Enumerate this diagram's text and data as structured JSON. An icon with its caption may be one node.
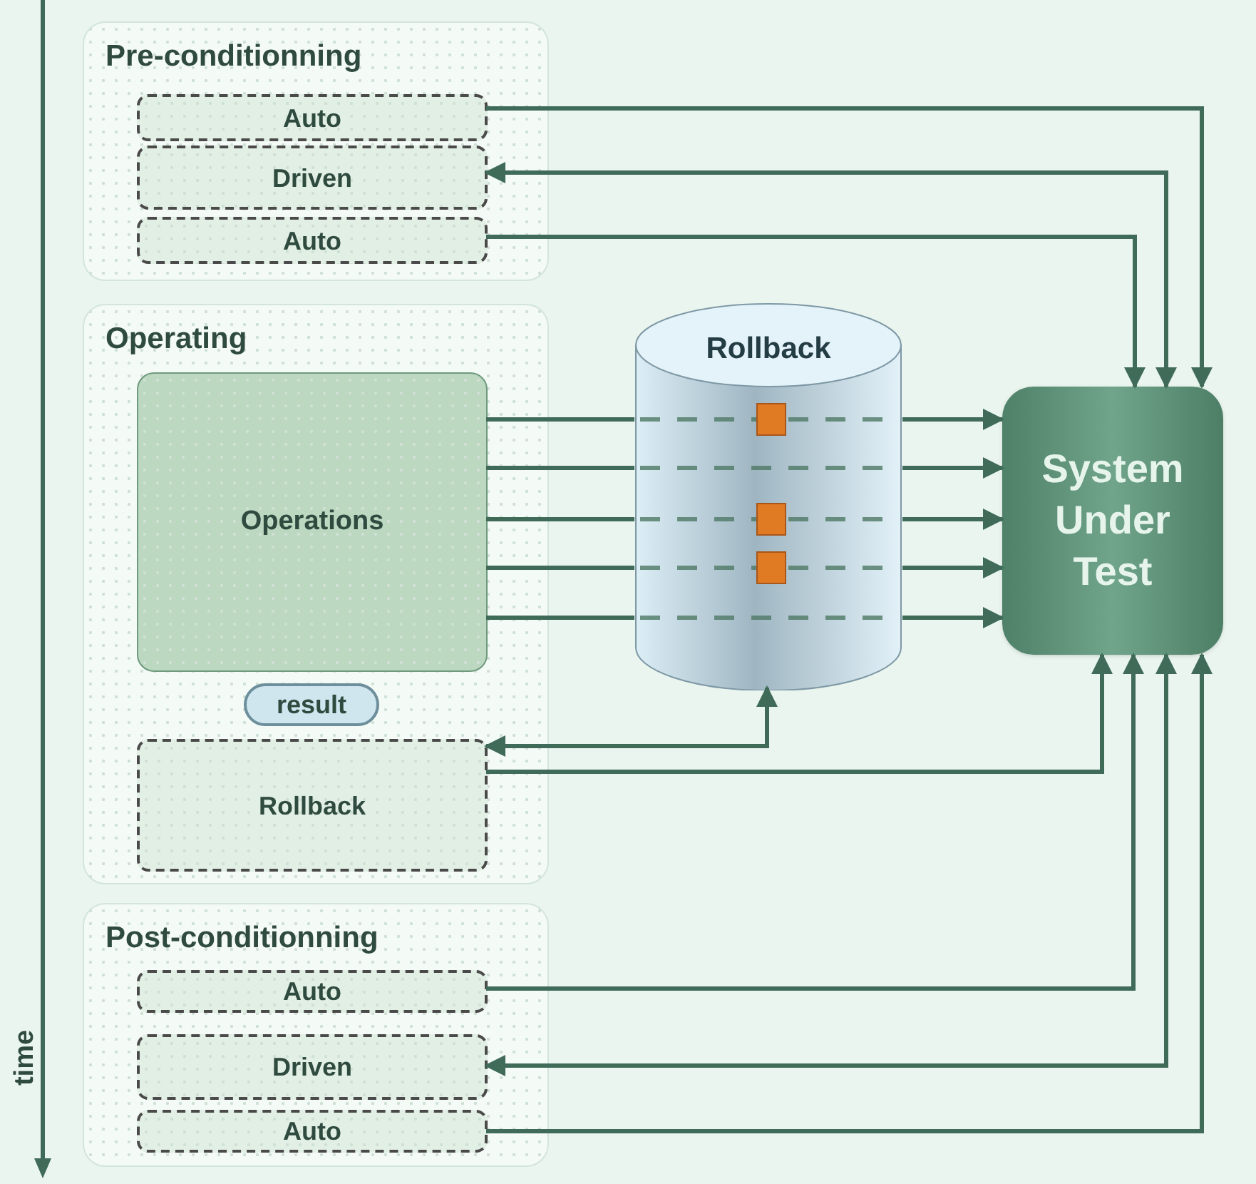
{
  "diagram": {
    "nodes": [
      {
        "text": [
          "Pre-conditionning"
        ]
      },
      {
        "text": [
          "Auto"
        ],
        "in": 0
      },
      {
        "text": [
          "Driven"
        ],
        "in": 0
      },
      {
        "text": [
          "Auto"
        ],
        "in": 0
      },
      {
        "text": [
          "Operating"
        ]
      },
      {
        "text": [
          "Operations"
        ],
        "in": 4
      },
      {
        "text": [
          "result"
        ],
        "in": 4
      },
      {
        "text": [
          "Rollback"
        ],
        "in": 4
      },
      {
        "text": [
          "Post-conditionning"
        ]
      },
      {
        "text": [
          "Auto"
        ],
        "in": 8
      },
      {
        "text": [
          "Driven"
        ],
        "in": 8
      },
      {
        "text": [
          "Auto"
        ],
        "in": 8
      },
      {
        "text": [
          "Rollback"
        ]
      },
      {
        "text": [
          "System Under Test"
        ]
      }
    ],
    "edges": [
      {
        "from": 1,
        "to": 13,
        "arrow": "to"
      },
      {
        "from": 13,
        "to": 2,
        "arrow": "both"
      },
      {
        "from": 3,
        "to": 13,
        "arrow": "to"
      },
      {
        "from": 5,
        "to": 12,
        "arrow": "none"
      },
      {
        "from": 5,
        "to": 12,
        "arrow": "none"
      },
      {
        "from": 5,
        "to": 12,
        "arrow": "none"
      },
      {
        "from": 5,
        "to": 12,
        "arrow": "none"
      },
      {
        "from": 5,
        "to": 12,
        "arrow": "none"
      },
      {
        "from": 12,
        "to": 13,
        "arrow": "to"
      },
      {
        "from": 12,
        "to": 13,
        "arrow": "to"
      },
      {
        "from": 12,
        "to": 13,
        "arrow": "to"
      },
      {
        "from": 12,
        "to": 13,
        "arrow": "to"
      },
      {
        "from": 12,
        "to": 13,
        "arrow": "to"
      },
      {
        "from": 12,
        "to": 7,
        "arrow": "both"
      },
      {
        "from": 7,
        "to": 13,
        "arrow": "to"
      },
      {
        "from": 9,
        "to": 13,
        "arrow": "to"
      },
      {
        "from": 13,
        "to": 10,
        "arrow": "both"
      },
      {
        "from": 11,
        "to": 13,
        "arrow": "to"
      }
    ],
    "labels": [
      "time"
    ]
  }
}
